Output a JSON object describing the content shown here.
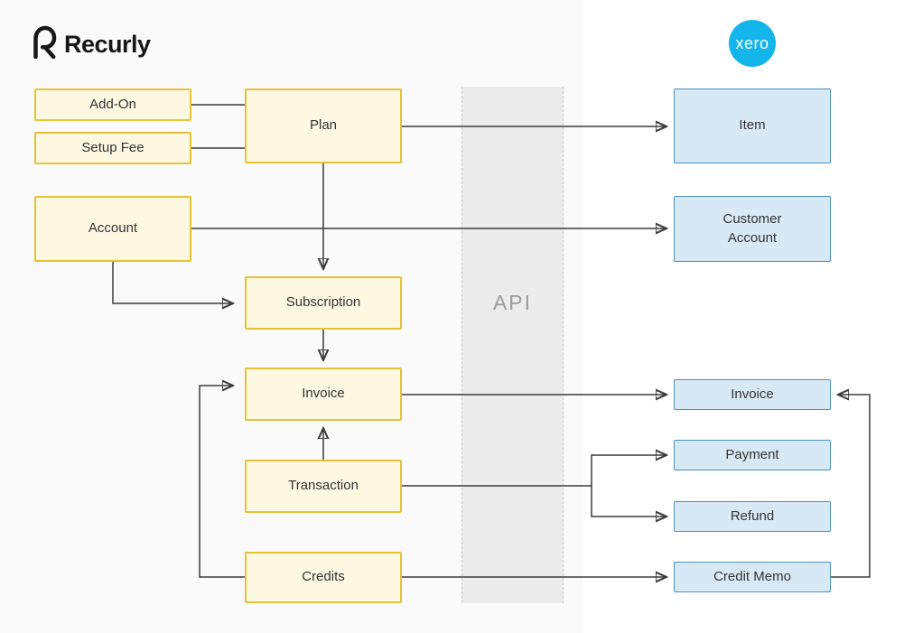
{
  "logos": {
    "recurly": "Recurly",
    "xero": "xero"
  },
  "api_band": {
    "label": "API"
  },
  "colors": {
    "recurly_box_fill": "#FDF8E1",
    "recurly_box_border": "#E5C335",
    "xero_box_fill": "#D8E9F6",
    "xero_box_border": "#4A8FBD",
    "arrow": "#3B3B3B",
    "api_band_fill": "#ECECEC",
    "xero_brand": "#13B5EA"
  },
  "nodes": {
    "addon": {
      "label": "Add-On",
      "side": "recurly"
    },
    "setup_fee": {
      "label": "Setup Fee",
      "side": "recurly"
    },
    "plan": {
      "label": "Plan",
      "side": "recurly"
    },
    "account": {
      "label": "Account",
      "side": "recurly"
    },
    "subscription": {
      "label": "Subscription",
      "side": "recurly"
    },
    "invoice": {
      "label": "Invoice",
      "side": "recurly"
    },
    "transaction": {
      "label": "Transaction",
      "side": "recurly"
    },
    "credits": {
      "label": "Credits",
      "side": "recurly"
    },
    "item": {
      "label": "Item",
      "side": "xero"
    },
    "customer_account": {
      "label": "Customer Account",
      "side": "xero"
    },
    "xero_invoice": {
      "label": "Invoice",
      "side": "xero"
    },
    "payment": {
      "label": "Payment",
      "side": "xero"
    },
    "refund": {
      "label": "Refund",
      "side": "xero"
    },
    "credit_memo": {
      "label": "Credit Memo",
      "side": "xero"
    }
  },
  "edges": [
    {
      "from": "addon",
      "to": "plan",
      "arrow": false
    },
    {
      "from": "setup_fee",
      "to": "plan",
      "arrow": false
    },
    {
      "from": "plan",
      "to": "item",
      "arrow": true
    },
    {
      "from": "plan",
      "to": "subscription",
      "arrow": true
    },
    {
      "from": "account",
      "to": "customer_account",
      "arrow": true
    },
    {
      "from": "account",
      "to": "subscription",
      "arrow": true
    },
    {
      "from": "subscription",
      "to": "invoice",
      "arrow": true
    },
    {
      "from": "invoice",
      "to": "xero_invoice",
      "arrow": true
    },
    {
      "from": "transaction",
      "to": "invoice",
      "arrow": true
    },
    {
      "from": "transaction",
      "to": "payment",
      "arrow": true
    },
    {
      "from": "transaction",
      "to": "refund",
      "arrow": true
    },
    {
      "from": "credits",
      "to": "credit_memo",
      "arrow": true
    },
    {
      "from": "credits",
      "to": "invoice",
      "arrow": true
    },
    {
      "from": "credit_memo",
      "to": "xero_invoice",
      "arrow": true
    }
  ]
}
